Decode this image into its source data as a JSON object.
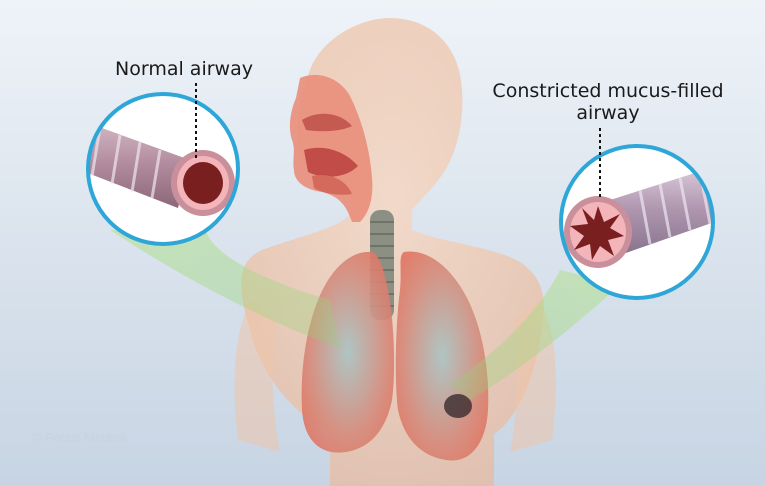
{
  "labels": {
    "normal": "Normal airway",
    "constricted_line1": "Constricted mucus-filled",
    "constricted_line2": "airway"
  },
  "watermark": "© Focus Medica",
  "colors": {
    "background_top": "#e8eef5",
    "background_bottom": "#c9d6e4",
    "skin": "#f2c9ad",
    "lung": "#e8806f",
    "callout_ring": "#2ea7d8",
    "callout_beam": "#a8d88a",
    "airway_lumen": "#7a1f1f"
  }
}
